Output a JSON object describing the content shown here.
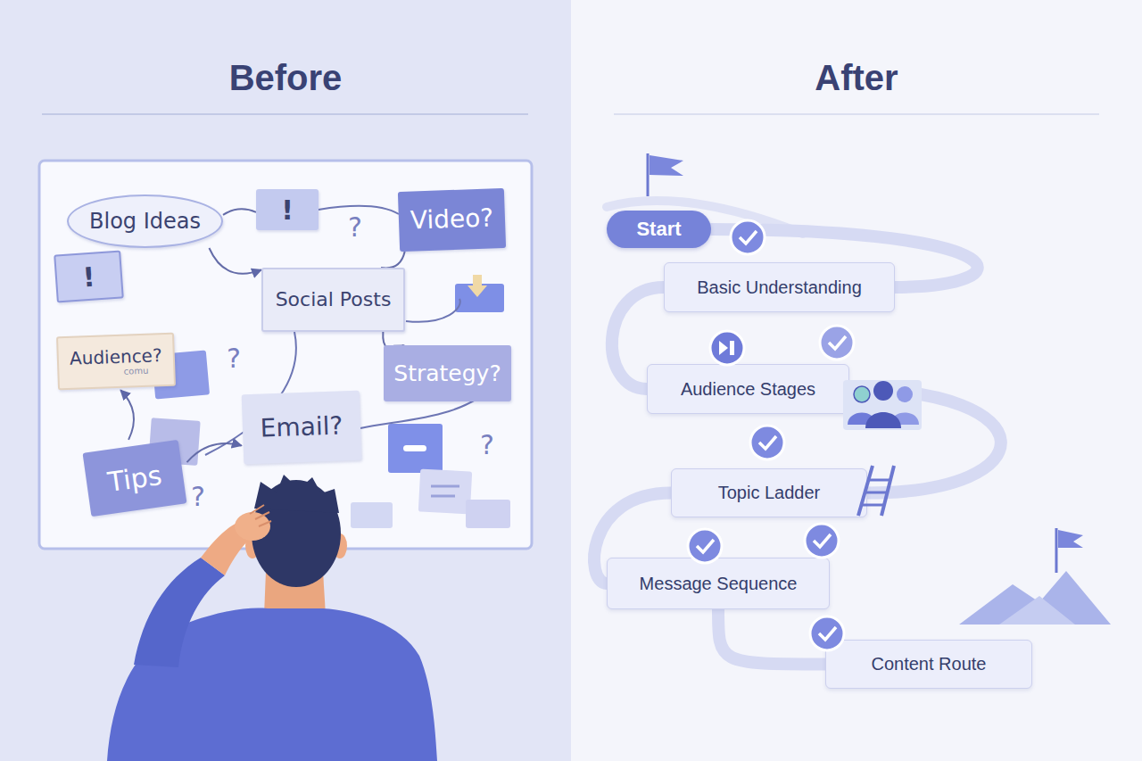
{
  "diagram": {
    "nodes": [
      {
        "text": [
          "Before"
        ]
      },
      {
        "text": [
          "Blog Ideas"
        ],
        "in": 0
      },
      {
        "text": [
          "!"
        ],
        "in": 0
      },
      {
        "text": [
          "Video?"
        ],
        "in": 0
      },
      {
        "text": [
          "!"
        ],
        "in": 0
      },
      {
        "text": [
          "Social Posts"
        ],
        "in": 0
      },
      {
        "text": [
          "Audience?",
          "comu"
        ],
        "in": 0
      },
      {
        "text": [
          "Strategy?"
        ],
        "in": 0
      },
      {
        "text": [
          "Email?"
        ],
        "in": 0
      },
      {
        "text": [
          "Tips"
        ],
        "in": 0
      },
      {
        "text": [
          "After"
        ]
      },
      {
        "text": [
          "Start"
        ],
        "in": 10
      },
      {
        "text": [
          "Basic Understanding"
        ],
        "in": 10
      },
      {
        "text": [
          "Audience Stages"
        ],
        "in": 10
      },
      {
        "text": [
          "Topic Ladder"
        ],
        "in": 10
      },
      {
        "text": [
          "Message Sequence"
        ],
        "in": 10
      },
      {
        "text": [
          "Content Route"
        ],
        "in": 10
      }
    ],
    "edges": [
      {
        "from": 1,
        "to": 2,
        "arrow": "none"
      },
      {
        "from": 1,
        "to": 5,
        "arrow": "to"
      },
      {
        "from": 3,
        "to": 5,
        "arrow": "none"
      },
      {
        "from": 5,
        "to": 7,
        "arrow": "to"
      },
      {
        "from": 9,
        "to": 6,
        "arrow": "to"
      },
      {
        "from": 9,
        "to": 8,
        "arrow": "to"
      },
      {
        "from": 11,
        "to": 12,
        "arrow": "none"
      },
      {
        "from": 12,
        "to": 13,
        "arrow": "none"
      },
      {
        "from": 13,
        "to": 14,
        "arrow": "none"
      },
      {
        "from": 14,
        "to": 15,
        "arrow": "none"
      },
      {
        "from": 15,
        "to": 16,
        "arrow": "none"
      }
    ],
    "labels": [
      "?",
      "?",
      "?",
      "?"
    ]
  }
}
